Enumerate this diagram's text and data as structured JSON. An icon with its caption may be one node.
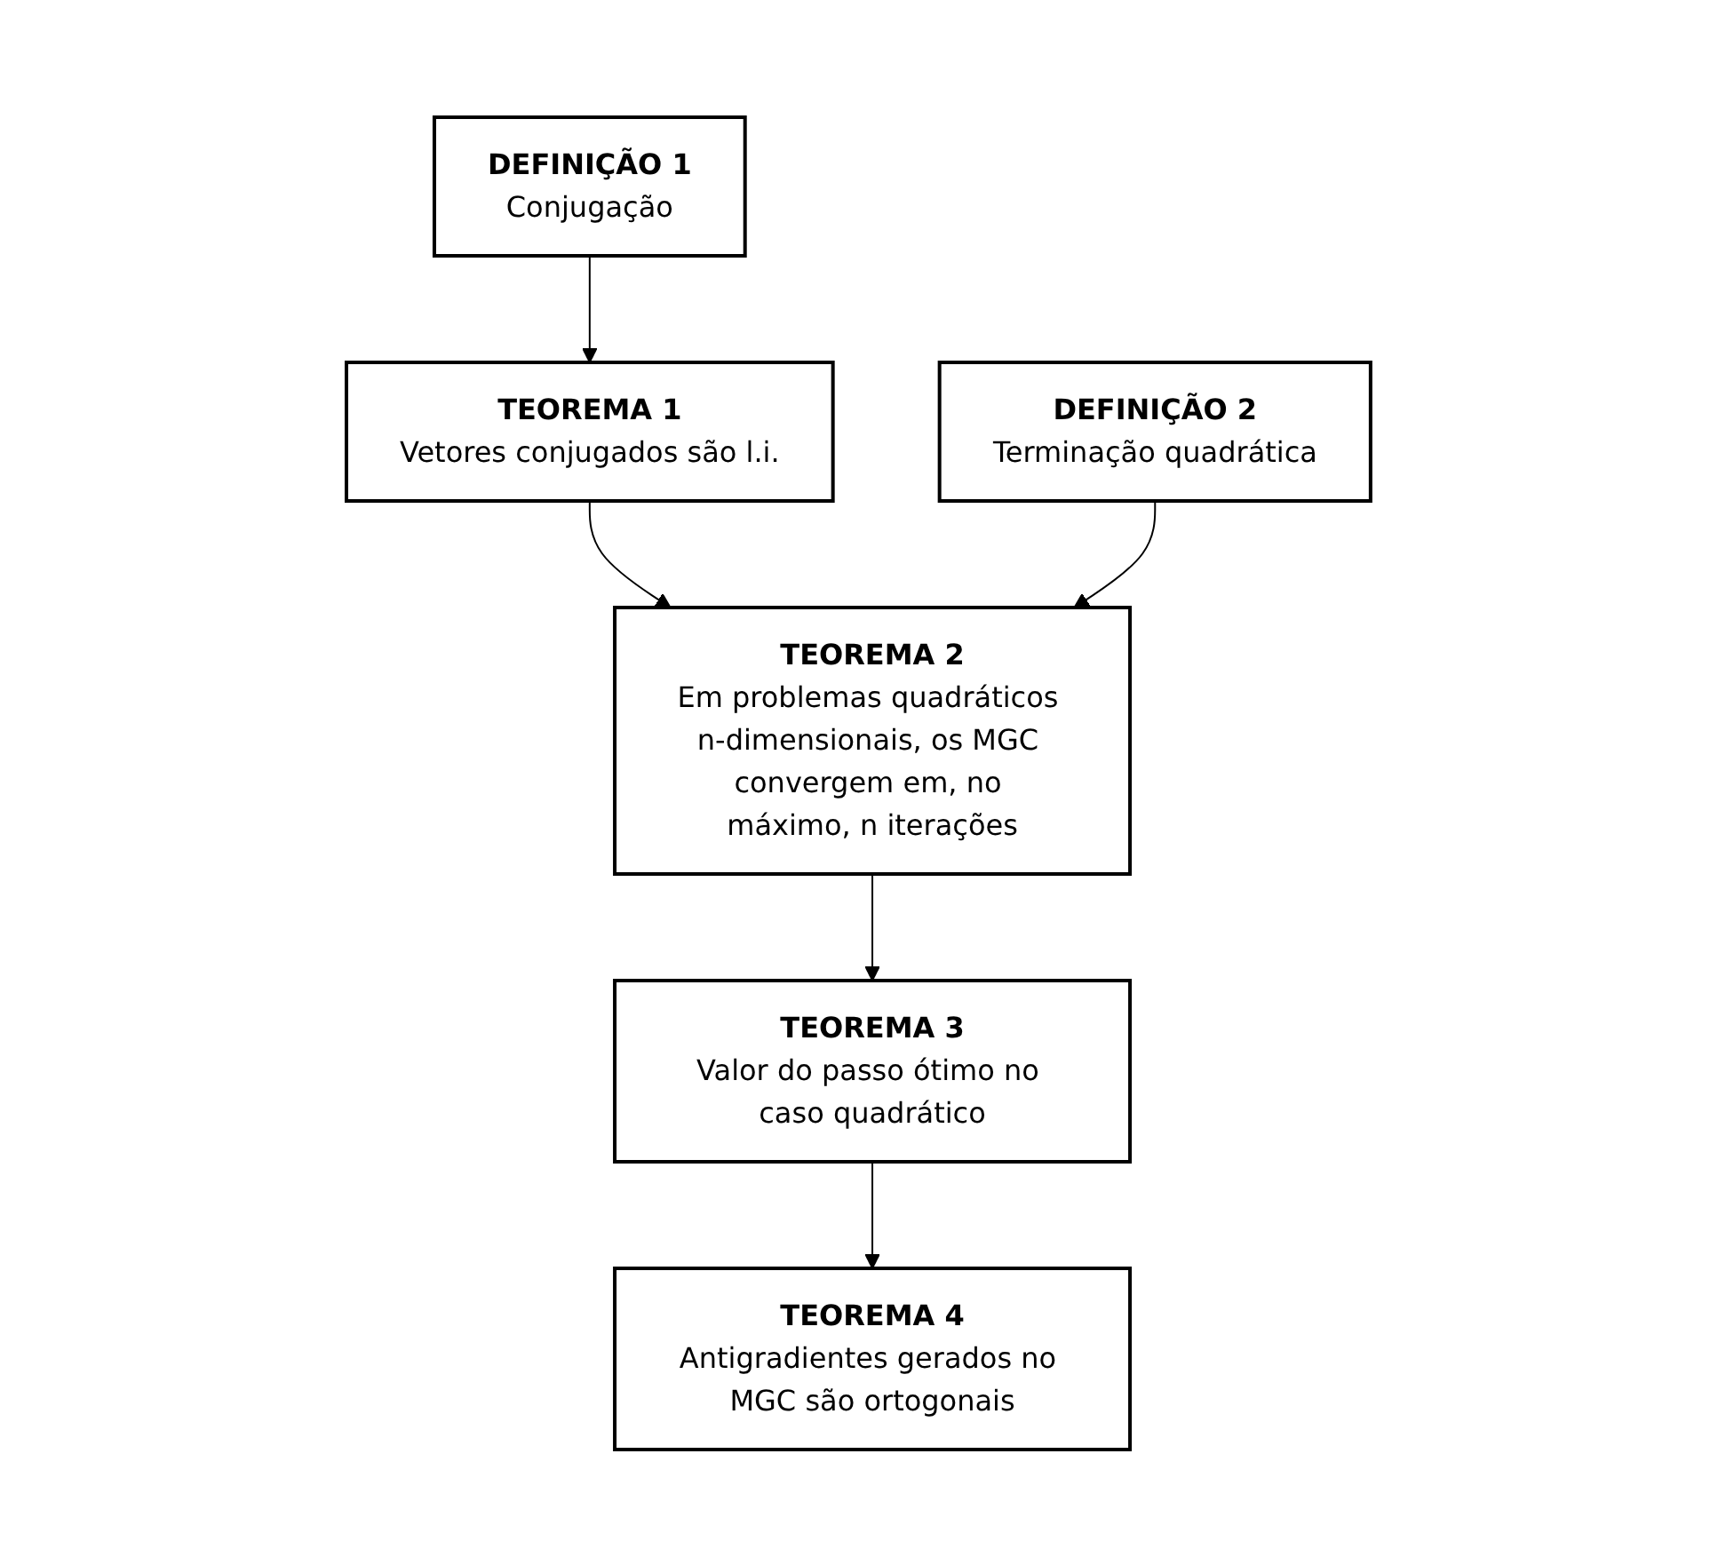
{
  "diagram": {
    "nodes": [
      {
        "text": [
          "DEFINIÇÃO 1",
          "Conjugação"
        ]
      },
      {
        "text": [
          "TEOREMA 1",
          "Vetores conjugados são l.i."
        ]
      },
      {
        "text": [
          "DEFINIÇÃO 2",
          "Terminação quadrática"
        ]
      },
      {
        "text": [
          "TEOREMA 2",
          "Em problemas quadráticos n-dimensionais, os MGC convergem em, no máximo, n iterações"
        ]
      },
      {
        "text": [
          "TEOREMA 3",
          "Valor do passo ótimo no caso quadrático"
        ]
      },
      {
        "text": [
          "TEOREMA 4",
          "Antigradientes gerados no MGC são ortogonais"
        ]
      }
    ],
    "edges": [
      {
        "from": 0,
        "to": 1,
        "arrow": "to"
      },
      {
        "from": 1,
        "to": 3,
        "arrow": "to"
      },
      {
        "from": 2,
        "to": 3,
        "arrow": "to"
      },
      {
        "from": 3,
        "to": 4,
        "arrow": "to"
      },
      {
        "from": 4,
        "to": 5,
        "arrow": "to"
      }
    ]
  }
}
